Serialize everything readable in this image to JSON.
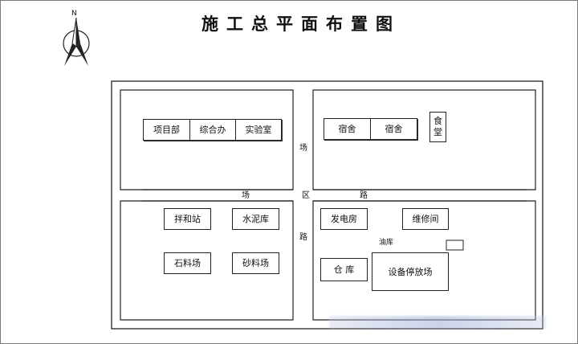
{
  "title": "施工总平面布置图",
  "compass": {
    "label": "N",
    "icon": "north-arrow-icon"
  },
  "roads": {
    "vertical_top": "场",
    "horizontal_left": "场",
    "center": "区",
    "horizontal_right": "路",
    "vertical_bottom": "路"
  },
  "facilities": {
    "project_dept": "项目部",
    "general_office": "综合办",
    "laboratory": "实验室",
    "dormitory_1": "宿舍",
    "dormitory_2": "宿舍",
    "canteen_line1": "食",
    "canteen_line2": "堂",
    "mixing_station": "拌和站",
    "cement_store": "水泥库",
    "power_house": "发电房",
    "repair_shop": "维修间",
    "oil_depot": "油库",
    "stone_yard": "石料场",
    "sand_yard": "砂料场",
    "warehouse": "仓  库",
    "equipment_park": "设备停放场"
  },
  "colors": {
    "line": "#222222",
    "background": "#ffffff"
  }
}
